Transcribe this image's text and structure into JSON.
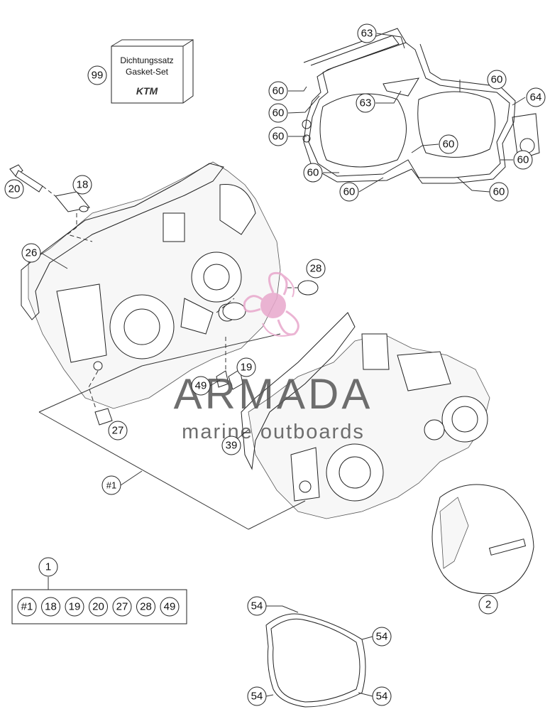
{
  "gasket_box": {
    "line1": "Dichtungssatz",
    "line2": "Gasket-Set",
    "logo": "KTM"
  },
  "watermark": {
    "brand": "ARMADA",
    "tagline": "marine outboards",
    "logo_color": "#e8a8cc",
    "text_color": "#666666"
  },
  "callouts": {
    "c99": "99",
    "c63a": "63",
    "c63b": "63",
    "c60a": "60",
    "c60b": "60",
    "c60c": "60",
    "c60d": "60",
    "c60e": "60",
    "c60f": "60",
    "c60g": "60",
    "c60h": "60",
    "c64": "64",
    "c20": "20",
    "c18": "18",
    "c26": "26",
    "c28": "28",
    "c19": "19",
    "c49": "49",
    "c27": "27",
    "c39": "39",
    "c1hash": "#1",
    "c1": "1",
    "c2": "2",
    "c54a": "54",
    "c54b": "54",
    "c54c": "54",
    "c54d": "54"
  },
  "kit_contents": [
    "#1",
    "18",
    "19",
    "20",
    "27",
    "28",
    "49"
  ]
}
